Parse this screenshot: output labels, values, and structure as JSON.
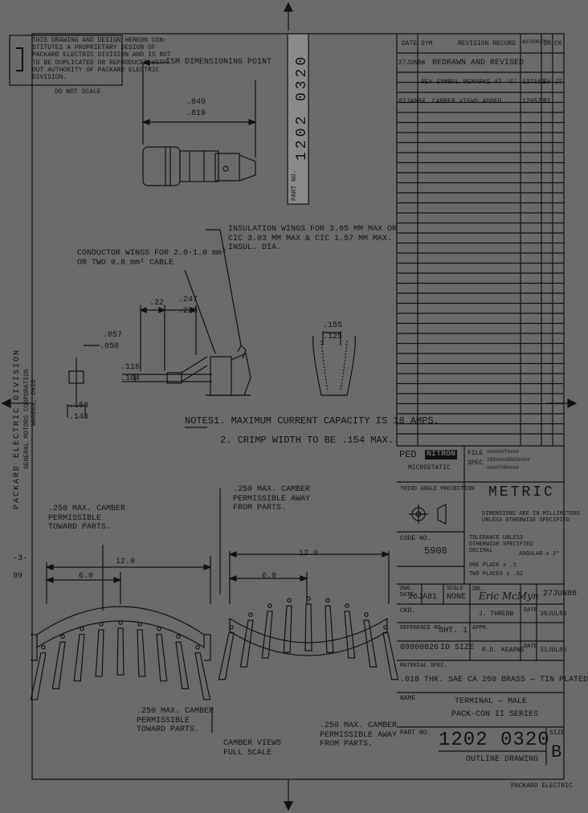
{
  "notice": {
    "text": "THIS DRAWING AND DESIGN HEREON CON-\nSTITUTES A PROPRIETARY DESIGN OF\nPACKARD ELECTRIC DIVISION AND IS NOT\nTO BE DUPLICATED OR REPRODUCED WITH-\nOUT AUTHORITY OF PACKARD ELECTRIC\nDIVISION.",
    "do_not_scale": "DO NOT SCALE"
  },
  "division": {
    "name": "PACKARD ELECTRIC DIVISION",
    "corp": "GENERAL MOTORS CORPORATION",
    "city": "WARREN, OHIO",
    "sheet_ref": "-3-",
    "sheet_no": "99"
  },
  "part_label": {
    "part_no_caption": "PART NO.",
    "part_no": "1202 0320"
  },
  "dimensions": {
    "ism_point": "ISM DIMENSIONING POINT",
    "len_max": ".849",
    "len_min": ".819",
    "conductor_wings": "CONDUCTOR WINGS FOR 2.0-1.0 mm²\nOR TWO 0.8 mm² CABLE",
    "insulation_wings": "INSULATION WINGS FOR 3.05 MM MAX OR\nCIC 3.03 MM MAX & CIC 1.57 MM MAX.\nINSUL. DIA.",
    "d22": ".22",
    "d247": ".247",
    "d233": ".233",
    "d057": ".057",
    "d050": ".050",
    "d116": ".116",
    "d104": ".104",
    "d153": ".153",
    "d143": ".143",
    "d155": ".155",
    "d125": ".125"
  },
  "notes": {
    "label": "NOTES",
    "note1": "1. MAXIMUM CURRENT CAPACITY IS 18 AMPS.",
    "note2": "2. CRIMP WIDTH TO BE .154 MAX."
  },
  "camber": {
    "left_top": ".250 MAX. CAMBER\nPERMISSIBLE\nTOWARD PARTS.",
    "right_top": ".250 MAX. CAMBER\nPERMISSIBLE AWAY\nFROM PARTS.",
    "left_bottom": ".250 MAX. CAMBER\nPERMISSIBLE\nTOWARD PARTS.",
    "right_bottom": ".250 MAX. CAMBER\nPERMISSIBLE AWAY\nFROM PARTS.",
    "views": "CAMBER VIEWS\nFULL SCALE",
    "dim_12": "12.0",
    "dim_6": "6.0",
    "dim_12b": "12.0",
    "dim_6b": "6.0"
  },
  "revisions": {
    "headers": [
      "DATE",
      "SYM",
      "REVISION RECORD",
      "AUTHORITY",
      "DR",
      "CK"
    ],
    "rows": [
      {
        "date": "27JUN86",
        "sym": "—",
        "record": "REDRAWN AND REVISED",
        "auth": "",
        "dr": "",
        "ck": ""
      },
      {
        "date": "",
        "sym": "",
        "record": "REV SYMBOL REMARKS AT 'C'",
        "auth": "137163",
        "dr": "EW",
        "ck": "JT"
      },
      {
        "date": "07JAN87",
        "sym": "—",
        "record": "CAMBER VIEWS ADDED",
        "auth": "129573",
        "dr": "JT",
        "ck": ""
      }
    ]
  },
  "title_block": {
    "ped": "PED",
    "logo": "NITRON",
    "microstatic": "MICROSTATIC",
    "file_label": "FILE",
    "spec_label": "SPEC",
    "file_val": "#####UT####",
    "spec_val": "IDX####DOCU####",
    "spec_val2": "####TYP####",
    "projection": "THIRD ANGLE PROJECTION",
    "metric": "METRIC",
    "metric_note": "DIMENSIONS ARE IN MILLIMETERS\nUNLESS OTHERWISE SPECIFIED",
    "code_no_label": "CODE NO.",
    "code_no": "5908",
    "tolerance": "TOLERANCE UNLESS\nOTHERWISE SPECIFIED\nDECIMAL",
    "angular": "ANGULAR ± 2°",
    "one_place": "ONE PLACE ± .1",
    "two_places": "TWO PLACES ± .02",
    "dwg_date_label": "DWG.\nDATE",
    "dwg_date": "26JA81",
    "scale_label": "SCALE",
    "scale": "NONE",
    "dr_label": "DR.",
    "dr_sig": "Eric McMyn",
    "dr_date": "27JUN86",
    "ckd_label": "CKD.",
    "ckd": "J. THREBB",
    "ckd_date_label": "DATE",
    "ckd_date": "30JUL86",
    "ref_label": "REFERENCE NO.",
    "sht": "SHT. 1",
    "appr_label": "APPR.",
    "ref_no": "09800826",
    "size_label": "ID SIZE",
    "appr_name": "R.D. KEARNS",
    "appr_date_label": "DATE",
    "appr_date": "31JUL86",
    "material_label": "MATERIAL SPEC.",
    "material": ".018 THK. SAE CA 260 BRASS — TIN PLATED",
    "name_label": "NAME",
    "name1": "TERMINAL — MALE",
    "name2": "PACK-CON II SERIES",
    "part_no_label": "PART NO.",
    "part_no": "1202 0320",
    "size_caption": "SIZE",
    "size": "B",
    "outline": "OUTLINE DRAWING",
    "footer": "PACKARD ELECTRIC"
  },
  "colors": {
    "paper": "#6b6b6b",
    "ink": "#111111"
  }
}
